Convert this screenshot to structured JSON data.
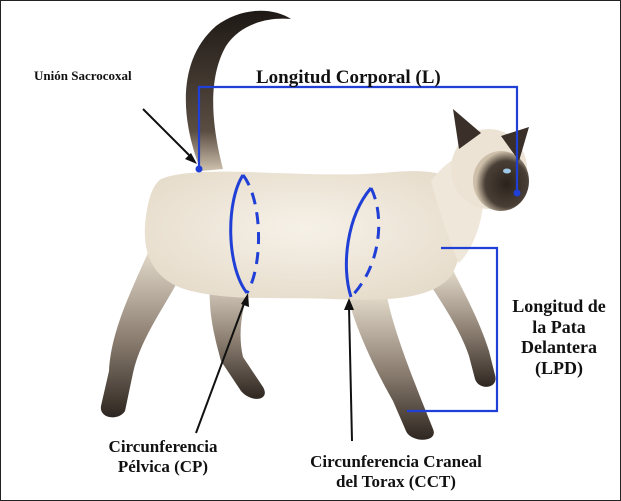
{
  "labels": {
    "sacrocaudal": "Unión Sacrocoxal",
    "body_length": "Longitud Corporal (L)",
    "foreleg_length": [
      "Longitud de",
      "la Pata",
      "Delantera",
      "(LPD)"
    ],
    "pelvic_circumference": [
      "Circunferencia",
      "Pélvica (CP)"
    ],
    "cranial_thorax_circumference": [
      "Circunferencia Craneal",
      "del Torax (CCT)"
    ]
  },
  "colors": {
    "measure_line": "#1f3fd6",
    "arrow": "#111111",
    "text": "#111111",
    "cat_body": "#efe7da",
    "cat_points": "#2e2620"
  }
}
